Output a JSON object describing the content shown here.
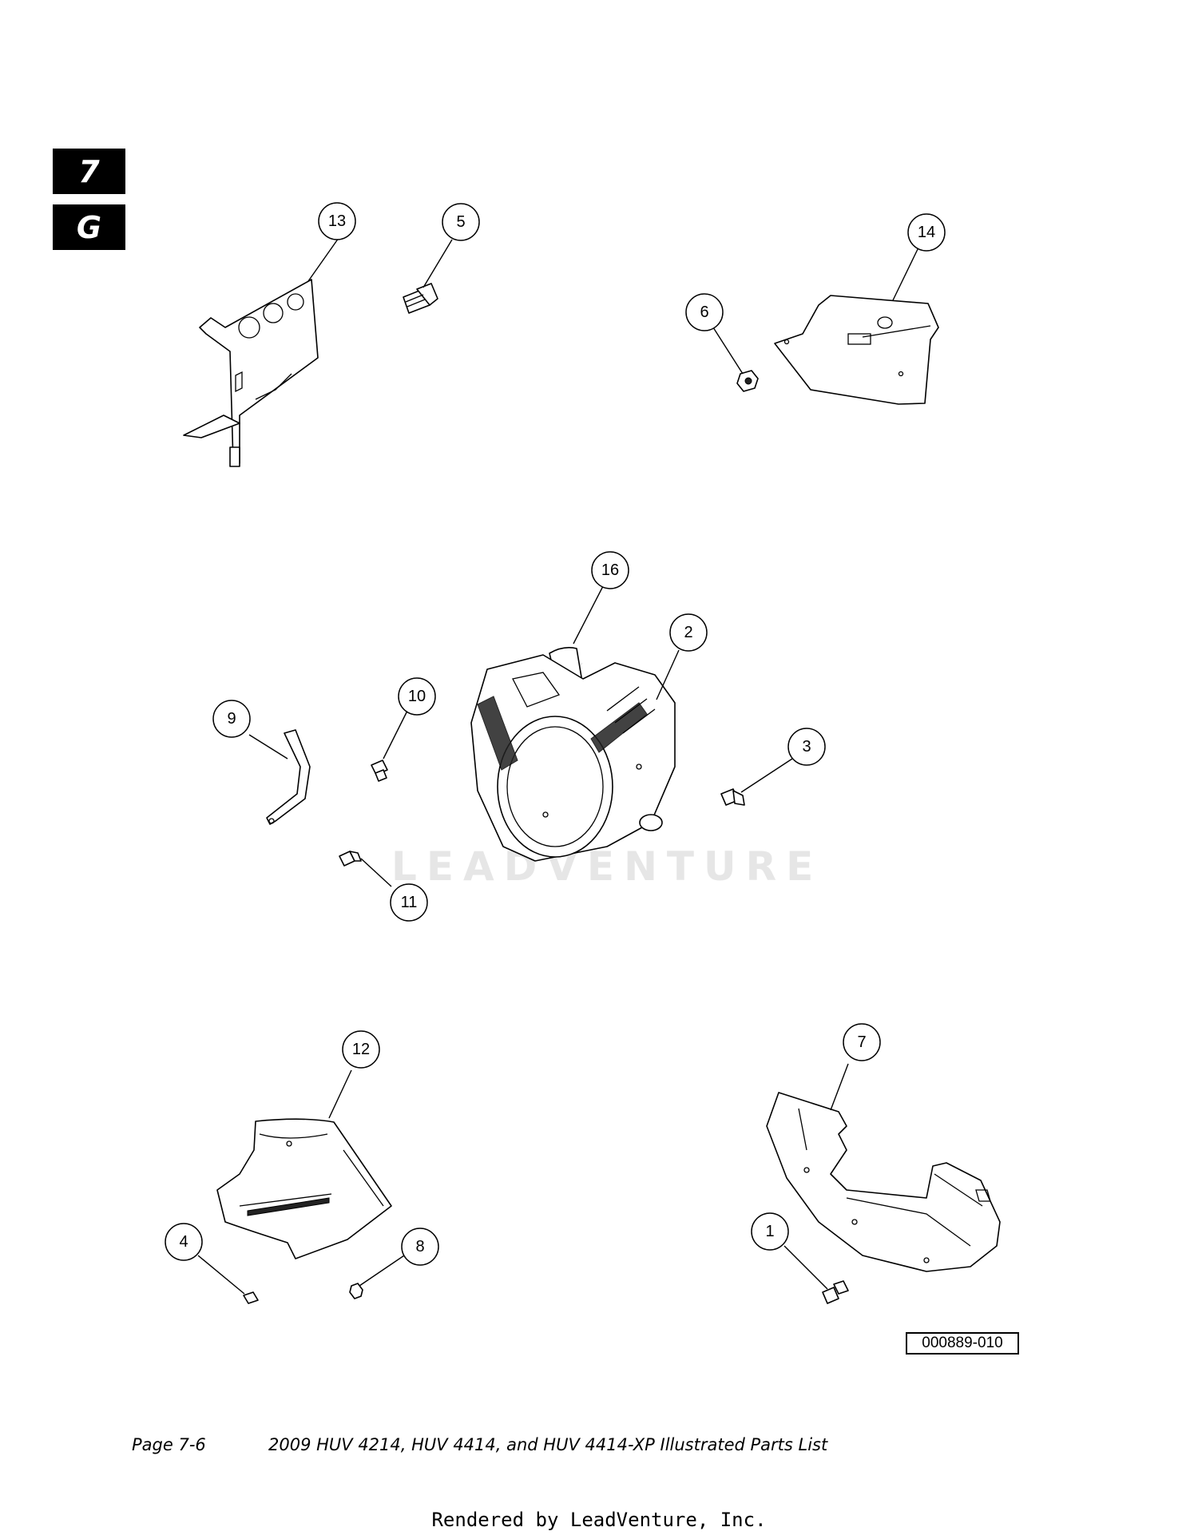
{
  "tabs": {
    "chapter": "7",
    "section": "G"
  },
  "watermark": "LEADVENTURE",
  "callouts": [
    {
      "id": "callout-13",
      "label": "13"
    },
    {
      "id": "callout-5",
      "label": "5"
    },
    {
      "id": "callout-14",
      "label": "14"
    },
    {
      "id": "callout-6",
      "label": "6"
    },
    {
      "id": "callout-16",
      "label": "16"
    },
    {
      "id": "callout-2",
      "label": "2"
    },
    {
      "id": "callout-10",
      "label": "10"
    },
    {
      "id": "callout-9",
      "label": "9"
    },
    {
      "id": "callout-3",
      "label": "3"
    },
    {
      "id": "callout-11",
      "label": "11"
    },
    {
      "id": "callout-12",
      "label": "12"
    },
    {
      "id": "callout-7",
      "label": "7"
    },
    {
      "id": "callout-4",
      "label": "4"
    },
    {
      "id": "callout-8",
      "label": "8"
    },
    {
      "id": "callout-1",
      "label": "1"
    }
  ],
  "figure_id": "000889-010",
  "footer": {
    "page": "Page 7-6",
    "title": "2009 HUV 4214, HUV 4414, and HUV 4414-XP Illustrated Parts List"
  },
  "rendered_by": "Rendered by LeadVenture, Inc."
}
